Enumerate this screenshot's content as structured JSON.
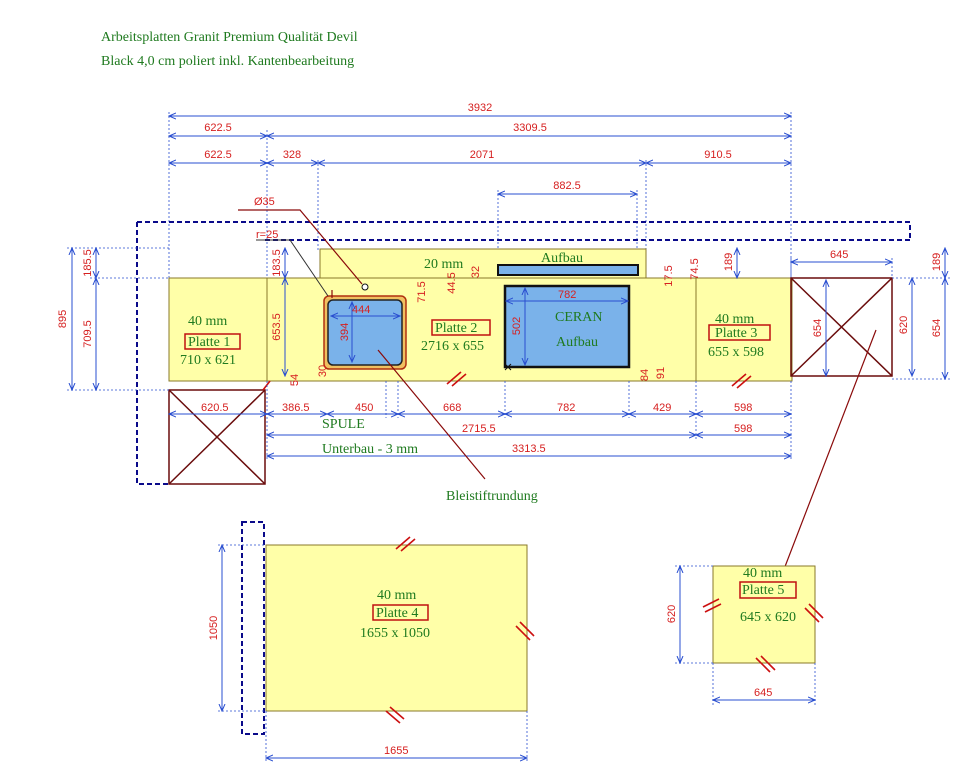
{
  "title": {
    "line1": "Arbeitsplatten Granit Premium Qualität Devil",
    "line2": "Black 4,0 cm poliert inkl. Kantenbearbeitung"
  },
  "plates": {
    "p1": {
      "thickness": "40 mm",
      "name": "Platte 1",
      "size": "710 x 621"
    },
    "p2": {
      "name": "Platte 2",
      "size": "2716 x 655"
    },
    "p3": {
      "thickness": "40 mm",
      "name": "Platte 3",
      "size": "655 x 598"
    },
    "p4": {
      "thickness": "40 mm",
      "name": "Platte 4",
      "size": "1655 x 1050"
    },
    "p5": {
      "thickness": "40 mm",
      "name": "Platte 5",
      "size": "645 x 620"
    }
  },
  "labels": {
    "aufbau_thickness": "20 mm",
    "aufbau": "Aufbau",
    "ceran": "CERAN",
    "ceran_aufbau": "Aufbau",
    "spule": "SPULE",
    "unterbau": "Unterbau - 3 mm",
    "bleistift": "Bleistiftrundung"
  },
  "dims": {
    "d3932": "3932",
    "d622a": "622.5",
    "d3309": "3309.5",
    "d622b": "622.5",
    "d328": "328",
    "d2071": "2071",
    "d910": "910.5",
    "d882": "882.5",
    "d35": "Ø35",
    "r25": "r=25",
    "d895": "895",
    "d185": "185.5",
    "d709": "709.5",
    "d183": "183.5",
    "d653": "653.5",
    "d71": "71.5",
    "d444": "444",
    "d394": "394",
    "d44": "44.5",
    "d32": "32",
    "d782top": "782",
    "d502": "502",
    "d17": "17.5",
    "d74": "74.5",
    "d189a": "189",
    "d645top": "645",
    "d189b": "189",
    "d654a": "654",
    "d620a": "620",
    "d654b": "654",
    "d54": "54",
    "d30": "30",
    "d84": "84",
    "d91": "91",
    "b620": "620.5",
    "b386": "386.5",
    "b450": "450",
    "b668": "668",
    "b782": "782",
    "b429": "429",
    "b598a": "598",
    "b2715": "2715.5",
    "b598b": "598",
    "b3313": "3313.5",
    "p4h": "1050",
    "p4w": "1655",
    "p5h": "620",
    "p5w": "645"
  }
}
